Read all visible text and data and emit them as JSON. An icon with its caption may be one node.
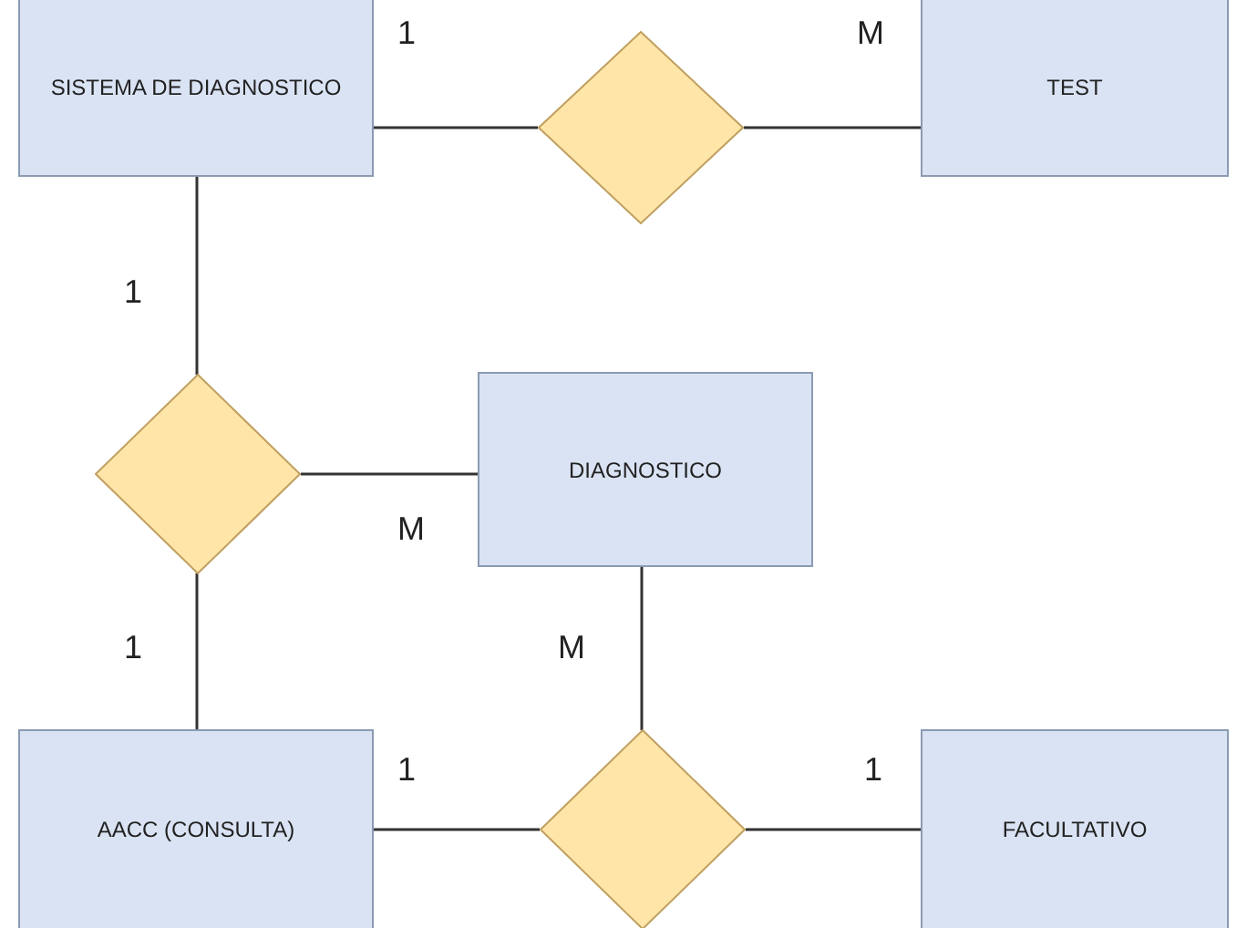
{
  "diagram": {
    "nodes": [
      {
        "text": [
          "SISTEMA DE DIAGNOSTICO"
        ]
      },
      {
        "text": [],
        "shape": "diamond"
      },
      {
        "text": [
          "TEST"
        ]
      },
      {
        "text": [],
        "shape": "diamond"
      },
      {
        "text": [
          "DIAGNOSTICO"
        ]
      },
      {
        "text": [
          "AACC (CONSULTA)"
        ]
      },
      {
        "text": [],
        "shape": "diamond"
      },
      {
        "text": [
          "FACULTATIVO"
        ]
      }
    ],
    "edges": [
      {
        "from": 0,
        "to": 1,
        "arrow": "none"
      },
      {
        "from": 1,
        "to": 2,
        "arrow": "none"
      },
      {
        "from": 0,
        "to": 3,
        "arrow": "none"
      },
      {
        "from": 3,
        "to": 4,
        "arrow": "none"
      },
      {
        "from": 3,
        "to": 5,
        "arrow": "none"
      },
      {
        "from": 4,
        "to": 6,
        "arrow": "none"
      },
      {
        "from": 5,
        "to": 6,
        "arrow": "none"
      },
      {
        "from": 6,
        "to": 7,
        "arrow": "none"
      }
    ],
    "labels": [
      "1",
      "M",
      "1",
      "M",
      "1",
      "M",
      "1",
      "1"
    ]
  }
}
